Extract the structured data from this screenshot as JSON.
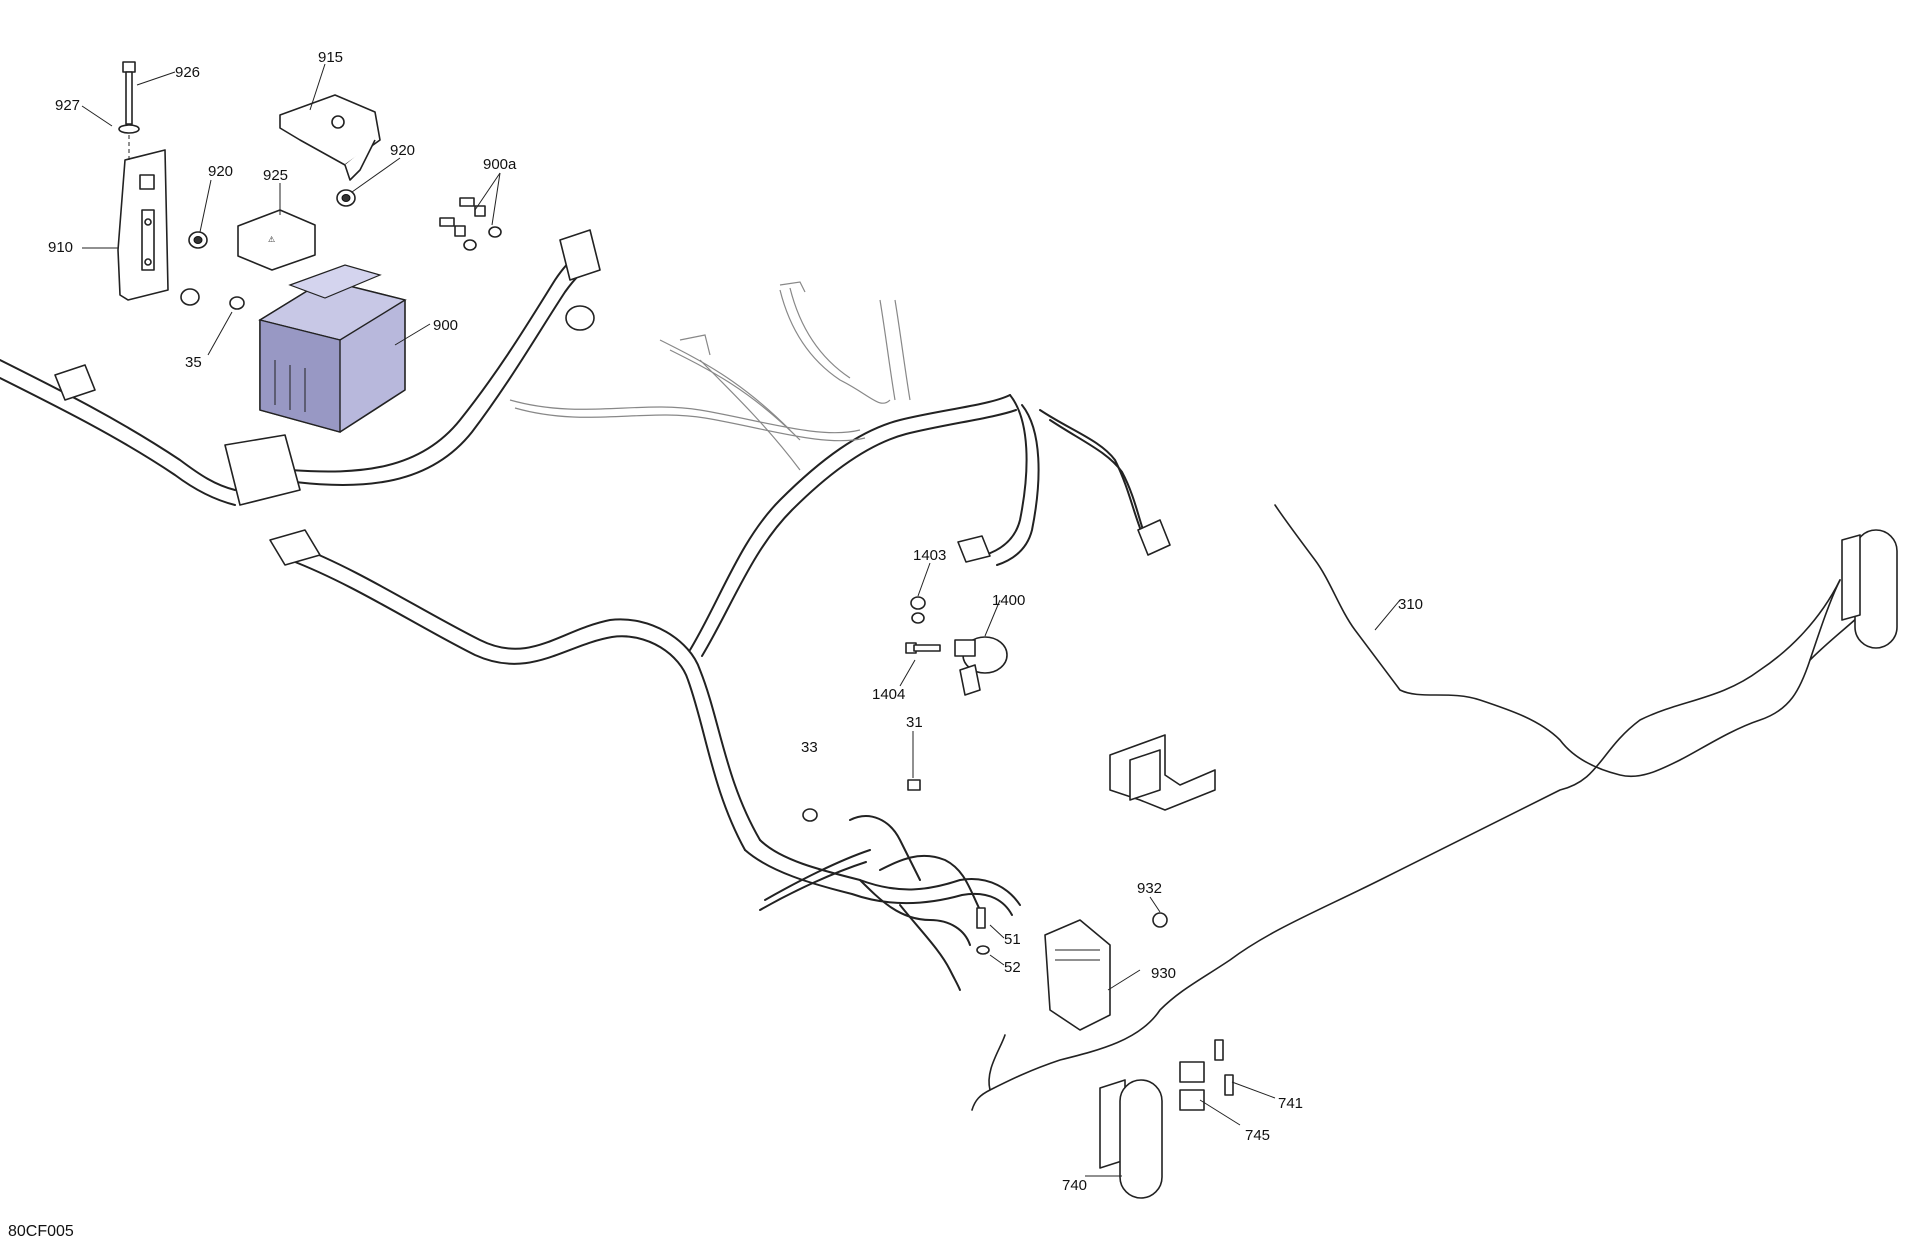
{
  "diagram_code": "80CF005",
  "colors": {
    "battery": "#b8b8dc",
    "battery_shade": "#9898c4",
    "line": "#222222"
  },
  "labels": {
    "926": "926",
    "927": "927",
    "915": "915",
    "920a": "920",
    "920b": "920",
    "900a": "900a",
    "925": "925",
    "910": "910",
    "35": "35",
    "900": "900",
    "1403": "1403",
    "1400": "1400",
    "1404": "1404",
    "31": "31",
    "33": "33",
    "310": "310",
    "932": "932",
    "51": "51",
    "52": "52",
    "930": "930",
    "741": "741",
    "745": "745",
    "740": "740"
  }
}
